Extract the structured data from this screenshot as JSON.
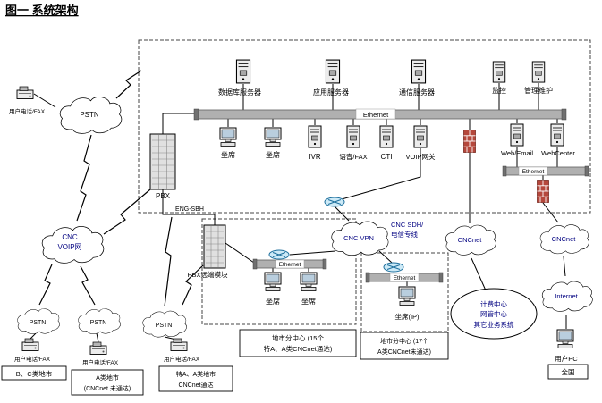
{
  "title": "图一  系统架构",
  "colors": {
    "cloud_text": "#000080",
    "text": "#000000",
    "bus_fill": "#b0b0b0",
    "firewall_brick": "#b5483c",
    "switch_fill": "#cdeaf7",
    "switch_stroke": "#1c6e9c"
  },
  "ethernet_label": "Ethernet",
  "servers": {
    "database": "数据库服务器",
    "application": "应用服务器",
    "communication": "通信服务器",
    "monitor": "监控",
    "maintenance": "管理维护"
  },
  "devices": {
    "seat": "坐席",
    "ivr": "IVR",
    "voice_fax": "语音/FAX",
    "cti": "CTI",
    "voip_gateway": "VOIP网关",
    "web_email": "Web/Email",
    "webcenter": "WebCenter",
    "pbx": "PBX",
    "pbx_remote": "PBX远端模块",
    "user_pc": "用户PC"
  },
  "links": {
    "pbx_trunk": "ENG-SBH",
    "sdh_line1": "CNC SDH/",
    "sdh_line2": "电信专线"
  },
  "clouds": {
    "pstn_top": "PSTN",
    "cnc_voip_line1": "CNC",
    "cnc_voip_line2": "VOIP网",
    "pstn_left1": "PSTN",
    "pstn_left2": "PSTN",
    "pstn_mid": "PSTN",
    "cnc_vpn": "CNC VPN",
    "cncnet_left": "CNCnet",
    "cncnet_right": "CNCnet",
    "internet": "Internet"
  },
  "phones": {
    "top": "用户电话/FAX",
    "bc": "用户电话/FAX",
    "a": "用户电话/FAX",
    "sa": "用户电话/FAX"
  },
  "city_boxes": {
    "bc": "B、C类地市",
    "a_line1": "A类地市",
    "a_line2": "(CNCnet 未通达)",
    "sa_line1": "特A、A类地市",
    "sa_line2": "CNCnet通达",
    "national": "全国"
  },
  "branch_mid": {
    "line1": "地市分中心 (15个",
    "line2": "特A、A类CNCnet通达)",
    "seat1": "坐席",
    "seat2": "坐席"
  },
  "branch_right": {
    "line1": "地市分中心 (17个",
    "line2": "A类CNCnet未通达)",
    "seat_ip": "坐席(IP)"
  },
  "back_office": {
    "line1": "计费中心",
    "line2": "网管中心",
    "line3": "其它业务系统"
  }
}
